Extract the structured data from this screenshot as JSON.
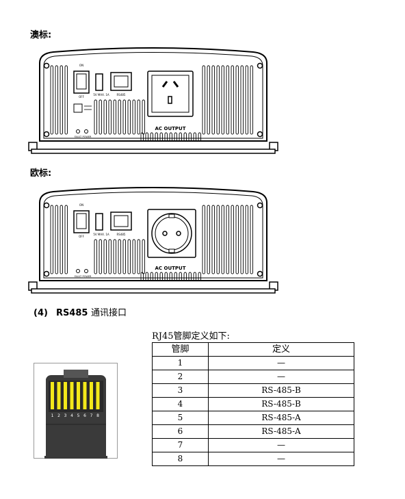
{
  "labels": {
    "au": "澳标:",
    "eu": "欧标:"
  },
  "panel": {
    "switch_on": "ON",
    "switch_off": "OFF",
    "usb_label": "5V MAX. 1A",
    "rs485_label": "RS485",
    "ac_output": "AC OUTPUT",
    "fault": "FAULT",
    "power": "POWER"
  },
  "section": {
    "number": "(4)",
    "title_en": "RS485",
    "title_cn": "通讯接口"
  },
  "table": {
    "caption": "RJ45管脚定义如下:",
    "headers": [
      "管脚",
      "定义"
    ],
    "rows": [
      {
        "pin": "1",
        "def": "—"
      },
      {
        "pin": "2",
        "def": "—"
      },
      {
        "pin": "3",
        "def": "RS-485-B"
      },
      {
        "pin": "4",
        "def": "RS-485-B"
      },
      {
        "pin": "5",
        "def": "RS-485-A"
      },
      {
        "pin": "6",
        "def": "RS-485-A"
      },
      {
        "pin": "7",
        "def": "—"
      },
      {
        "pin": "8",
        "def": "—"
      }
    ]
  },
  "rj45_pins": [
    "1",
    "2",
    "3",
    "4",
    "5",
    "6",
    "7",
    "8"
  ],
  "colors": {
    "pin_yellow": "#f2e81a",
    "connector_dark": "#3a3a3a"
  }
}
